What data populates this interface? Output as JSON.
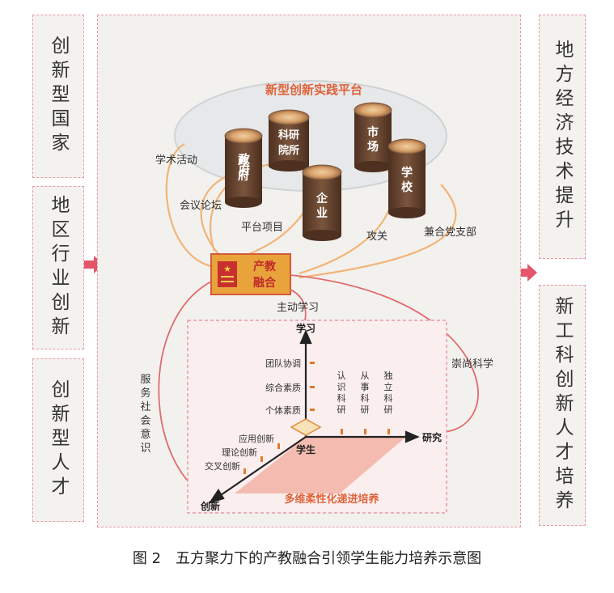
{
  "left_boxes": [
    {
      "label": "创新型国家"
    },
    {
      "label": "地区行业创新"
    },
    {
      "label": "创新型人才"
    }
  ],
  "right_boxes": [
    {
      "label": "地方经济技术提升"
    },
    {
      "label": "新工科创新人才培养"
    }
  ],
  "platform_title": "新型创新实践平台",
  "stumps": {
    "government": "政府",
    "research": "科研院所",
    "market": "市场",
    "enterprise": "企业",
    "school": "学校"
  },
  "links": {
    "academic_activity": "学术活动",
    "conference": "会议论坛",
    "platform_project": "平台项目",
    "tackle": "攻关",
    "party_branch": "兼合党支部",
    "active_learning": "主动学习",
    "service_awareness": "服务社会意识",
    "science_respect": "崇尚科学"
  },
  "badge_label": "产教融合",
  "axes": {
    "learning": "学习",
    "research": "研究",
    "innovation": "创新",
    "student": "学生"
  },
  "learning_ticks": [
    "团队协调",
    "综合素质",
    "个体素质"
  ],
  "research_ticks": [
    "认识科研",
    "从事科研",
    "独立科研"
  ],
  "innovation_ticks": [
    "应用创新",
    "理论创新",
    "交叉创新"
  ],
  "cultivation_title": "多维柔性化递进培养",
  "caption": "图 2　五方聚力下的产教融合引领学生能力培养示意图",
  "colors": {
    "accent_red": "#d94a4a",
    "dashed_border": "#e79aa6",
    "panel_bg": "#f3f1ee",
    "wood": "#6e4a34",
    "badge_bg": "#e8a33b",
    "pink_plane": "#f6c6bd",
    "arrow_pink": "#e5566b"
  }
}
